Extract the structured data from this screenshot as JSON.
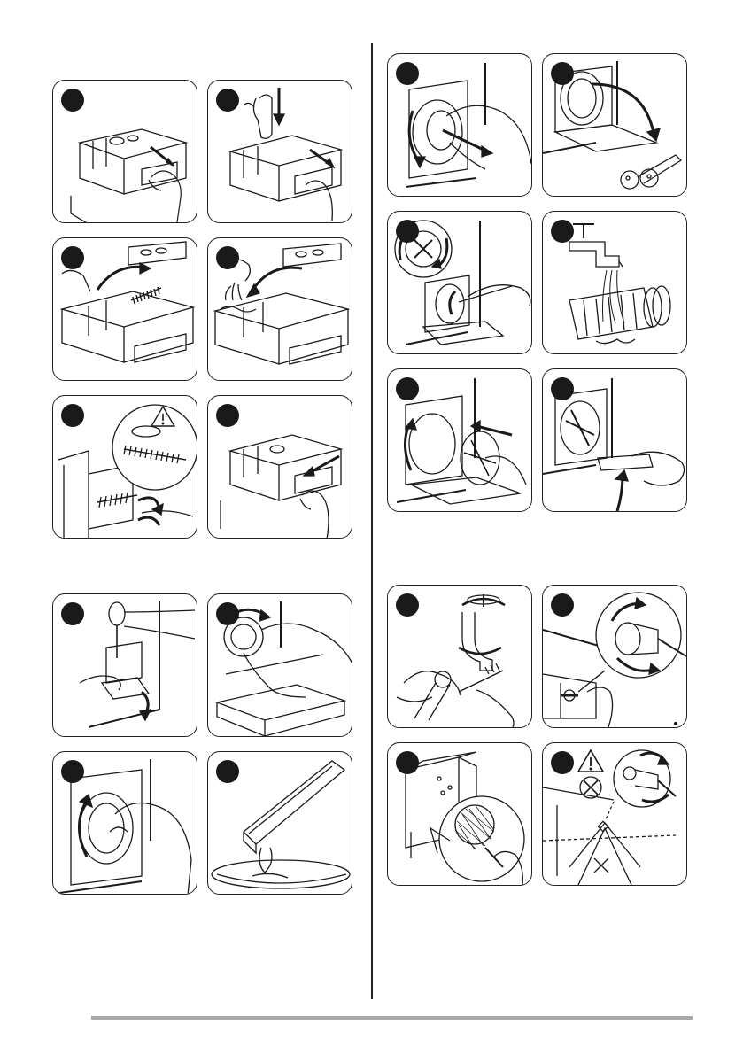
{
  "page": {
    "colors": {
      "ink": "#1a1a1a",
      "rule": "#a9a9a9",
      "background": "#ffffff"
    },
    "groups": [
      {
        "id": "detergent-dispenser",
        "panels": [
          "dispenser-pull-out",
          "dispenser-release",
          "dispenser-brush",
          "dispenser-rinse",
          "dispenser-recess-clean",
          "dispenser-insert"
        ]
      },
      {
        "id": "emergency-drain",
        "panels": [
          "drain-open-flap",
          "drain-unscrew-container",
          "drain-turn-filter",
          "drain-empty-container"
        ]
      },
      {
        "id": "drain-filter",
        "panels": [
          "filter-pull-out",
          "filter-flap-remove",
          "filter-propeller-check",
          "filter-rinse-tap",
          "filter-reinsert",
          "filter-close-flap"
        ]
      },
      {
        "id": "inlet-hose-filter",
        "panels": [
          "inlet-clean-tap-filter",
          "inlet-unscrew-hose",
          "inlet-clean-valve-filter",
          "inlet-reconnect-warning"
        ]
      }
    ],
    "icons": [
      "warning-triangle-icon",
      "no-tools-icon",
      "rotate-arrow-icon",
      "hand-icon"
    ]
  }
}
